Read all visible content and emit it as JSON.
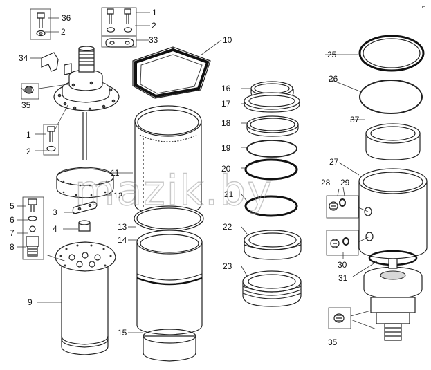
{
  "corner_mark": "⌐",
  "watermark": "mazik.by",
  "callouts": [
    "36",
    "2",
    "1",
    "2",
    "33",
    "34",
    "10",
    "25",
    "35",
    "16",
    "26",
    "17",
    "18",
    "37",
    "1",
    "2",
    "19",
    "11",
    "27",
    "20",
    "12",
    "29",
    "28",
    "5",
    "21",
    "3",
    "6",
    "13",
    "22",
    "4",
    "7",
    "14",
    "30",
    "8",
    "23",
    "31",
    "9",
    "15",
    "35"
  ]
}
